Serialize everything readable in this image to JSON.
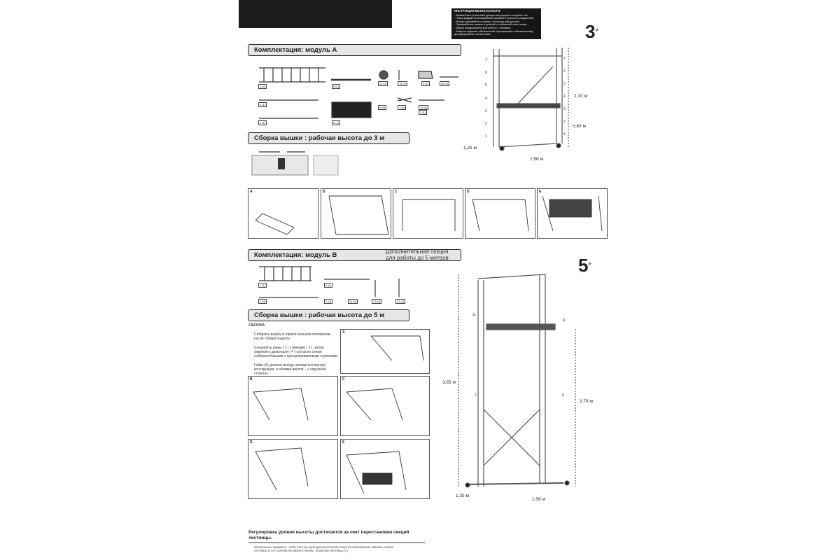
{
  "safety": {
    "title": "ИНСТРУКЦИЯ БЕЗОПАСНОСТИ:",
    "lines": [
      "- Внимательно прочитайте данную инструкцию и сохраните её.",
      "- Перед каждым использованием проверьте прочность соединений.",
      "- Всегда поднимайтесь изнутри, используя ряд доступа.",
      "- Проверяйте вес вышки в прочной и стабильной точке опоры.",
      "- Вышка предусмотрена для работы 1 человека.",
      "- Товар не подлежит обязательной сертификации и обязательному",
      "  декларированию соответствия."
    ]
  },
  "module_a": {
    "header": "Комплектация: модуль А",
    "parts": [
      "1 (2)",
      "8 (2)",
      "11 (4)",
      "14 (4)",
      "5 (1)",
      "16 (4)",
      "1 (1)",
      "8 (2)",
      "4 (4)",
      "7 (4)",
      "13 (4)",
      "1 (1)",
      "2 (1)"
    ]
  },
  "assembly_a": {
    "header": "Сборка вышки : рабочая высота до 3 м",
    "panels": [
      "A",
      "B",
      "C",
      "D",
      "E"
    ]
  },
  "module_b": {
    "header": "Комплектация: модуль В",
    "extra": [
      "Дополнительная секция",
      "для работы до 5 метров"
    ],
    "parts": [
      "1 (1)",
      "4 (1)",
      "4 (4)",
      "7 (4)",
      "12 (1)",
      "13 (4)",
      "12 (1)"
    ]
  },
  "assembly_b": {
    "header": "Сборка вышки : рабочая высота до 5 м",
    "instructions_title": "СБОРКА",
    "instructions": [
      "Собирать вышку в горизонтальном положении, после сборки поднять.",
      "Соединить рамы ( 1 ) стяжками ( 3 ), затем закрепить диагонали ( 4 ) согласно схеме собранной вышки с пронумерованными ступенями.",
      "Гайки (6) должны всегда находиться внутри конструкции, а головки винтов – с наружной стороны."
    ],
    "panels": [
      "A",
      "B",
      "C",
      "D",
      "E"
    ]
  },
  "tower_3m": {
    "badge": "3",
    "badge_unit": "м",
    "height_total": "2,10 м",
    "height_platform": "0,83 м",
    "depth": "1,25 м",
    "width": "1,56 м",
    "levels_left": [
      "1",
      "2",
      "3",
      "4",
      "5",
      "6",
      "7"
    ],
    "levels_right": [
      "1",
      "2",
      "3",
      "4",
      "5",
      "6",
      "7"
    ]
  },
  "tower_5m": {
    "badge": "5",
    "badge_unit": "м",
    "height_total": "3,65 м",
    "height_platform": "2,79 м",
    "depth": "1,25 м",
    "width": "1,56 м",
    "level_top": "11",
    "level_top_right": "11",
    "level_mid": "6",
    "level_mid_right": "6"
  },
  "bottom_note": {
    "heading": "Регулировка уровня высоты достигается за счет перестановки секций лестницы.",
    "body": "Обязательно проверьте, чтобы хотя бы одна дополнительная опора (4) фиксировала нижнюю секцию лестницы (1) и с противоположной стороны, зеркально лестницы (4)."
  }
}
